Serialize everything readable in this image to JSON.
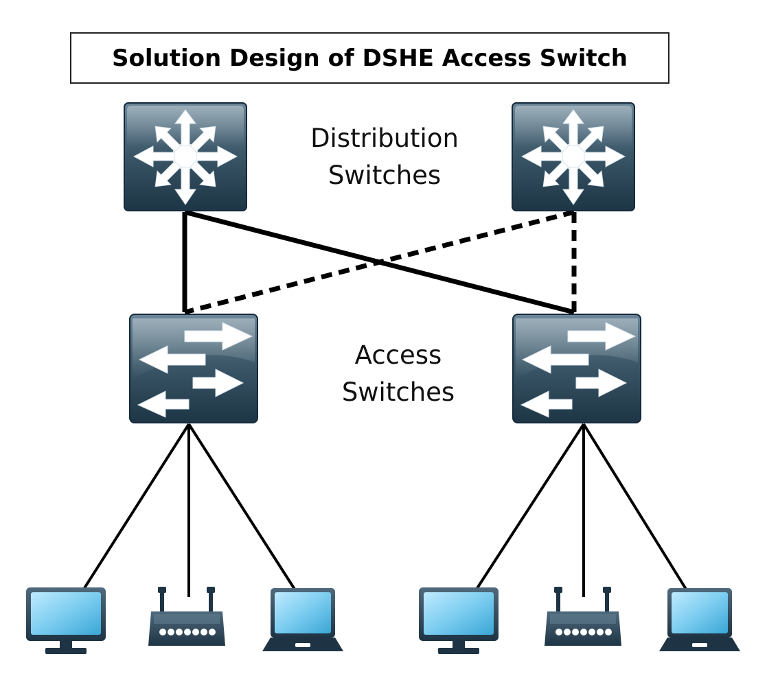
{
  "title": "Solution Design of DSHE Access Switch",
  "labels": {
    "distribution": [
      "Distribution",
      "Switches"
    ],
    "access": [
      "Access",
      "Switches"
    ]
  },
  "links": {
    "primary": "solid",
    "backup": "dashed"
  },
  "colors": {
    "switch_top": "#5e7a8d",
    "switch_bottom": "#1f3a4c",
    "screen": "#7fd0f0",
    "line": "#000000"
  },
  "icons": {
    "distribution_switch": "layer3-switch-icon",
    "access_switch": "workgroup-switch-icon",
    "desktop": "desktop-pc-icon",
    "router": "wireless-router-icon",
    "laptop": "laptop-icon"
  }
}
